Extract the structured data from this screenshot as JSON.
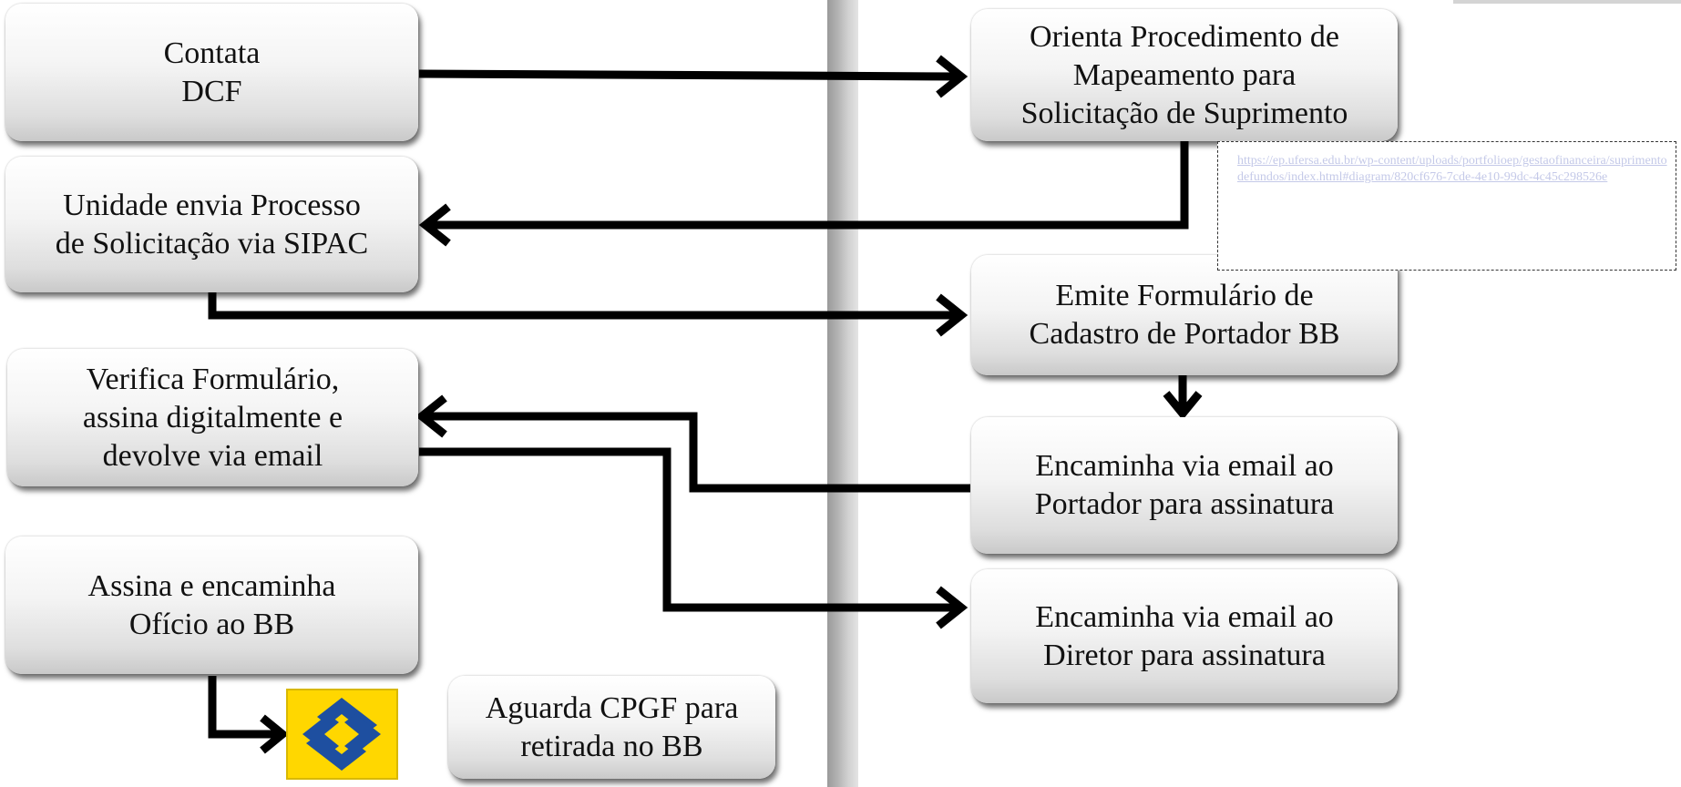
{
  "boxes": {
    "contata_dcf": "Contata\nDCF",
    "orienta_procedimento": "Orienta Procedimento de\nMapeamento para\nSolicitação de Suprimento",
    "unidade_envia": "Unidade envia Processo\nde Solicitação via SIPAC",
    "emite_formulario": "Emite Formulário de\nCadastro de Portador BB",
    "verifica_formulario": "Verifica Formulário,\nassina digitalmente e\ndevolve via email",
    "encaminha_portador": "Encaminha via email ao\nPortador para assinatura",
    "assina_encaminha": "Assina e encaminha\nOfício ao BB",
    "encaminha_diretor": "Encaminha via email ao\nDiretor para assinatura",
    "aguarda_cpgf": "Aguarda CPGF para\nretirada no BB"
  },
  "link_tooltip": {
    "url": "https://ep.ufersa.edu.br/wp-content/uploads/portfolioep/gestaofinanceira/suprimentodefundos/index.html#diagram/820cf676-7cde-4e10-99dc-4c45c298526e"
  },
  "colors": {
    "arrow": "#000000",
    "logo_background": "#ffd700",
    "logo_symbol": "#1e4fa0",
    "link_text": "#c4c9e8"
  },
  "icons": {
    "bank_logo": "banco-do-brasil-logo"
  }
}
